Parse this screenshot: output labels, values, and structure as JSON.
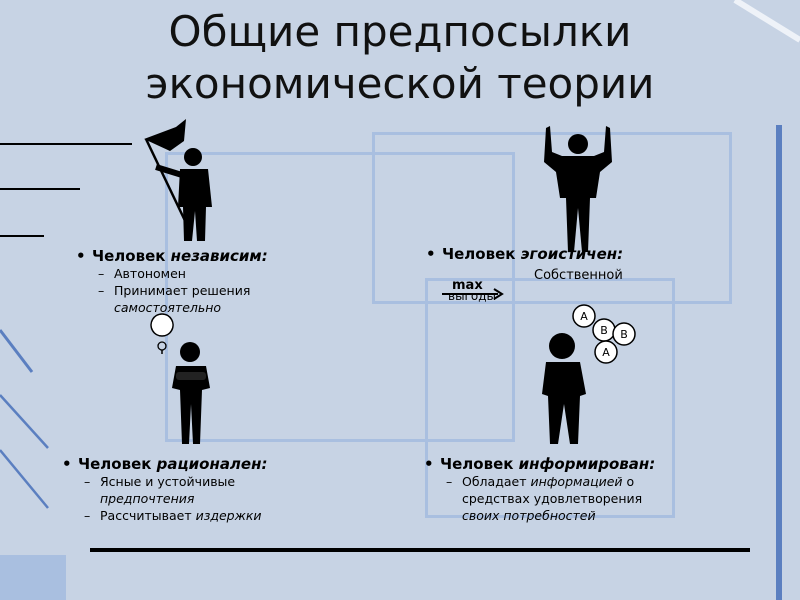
{
  "slide": {
    "title_line1": "Общие предпосылки",
    "title_line2": "экономической теории"
  },
  "items": [
    {
      "lead": "Человек ",
      "emph": "независим:",
      "subs": [
        {
          "text": "Автономен"
        },
        {
          "text": "Принимает решения",
          "cont_emph": "самостоятельно"
        }
      ]
    },
    {
      "lead": "Человек ",
      "emph": "эгоистичен:",
      "side_text": "Собственной",
      "arrow_label": "max",
      "under_text": "выгоды"
    },
    {
      "lead": "Человек ",
      "emph": "рационален:",
      "subs": [
        {
          "text": "Ясные и устойчивые",
          "cont_emph": "предпочтения"
        },
        {
          "text": "Рассчитывает ",
          "emph": "издержки"
        }
      ]
    },
    {
      "lead": "Человек ",
      "emph": "информирован:",
      "subs": [
        {
          "text": "Обладает ",
          "emph": "информацией",
          "tail": " о",
          "cont": "средствах удовлетворения",
          "cont_emph": "своих потребностей"
        }
      ]
    }
  ],
  "bubbles": [
    "A",
    "B",
    "B",
    "A"
  ],
  "bullet_char": "•",
  "dash_char": "–",
  "colors": {
    "background": "#c7d3e4",
    "frame": "#a9bfe0",
    "line": "#5b7fc0",
    "figure": "#000000"
  },
  "icons": [
    "flag-icon",
    "lightbulb-icon",
    "abc-bubbles-icon"
  ]
}
